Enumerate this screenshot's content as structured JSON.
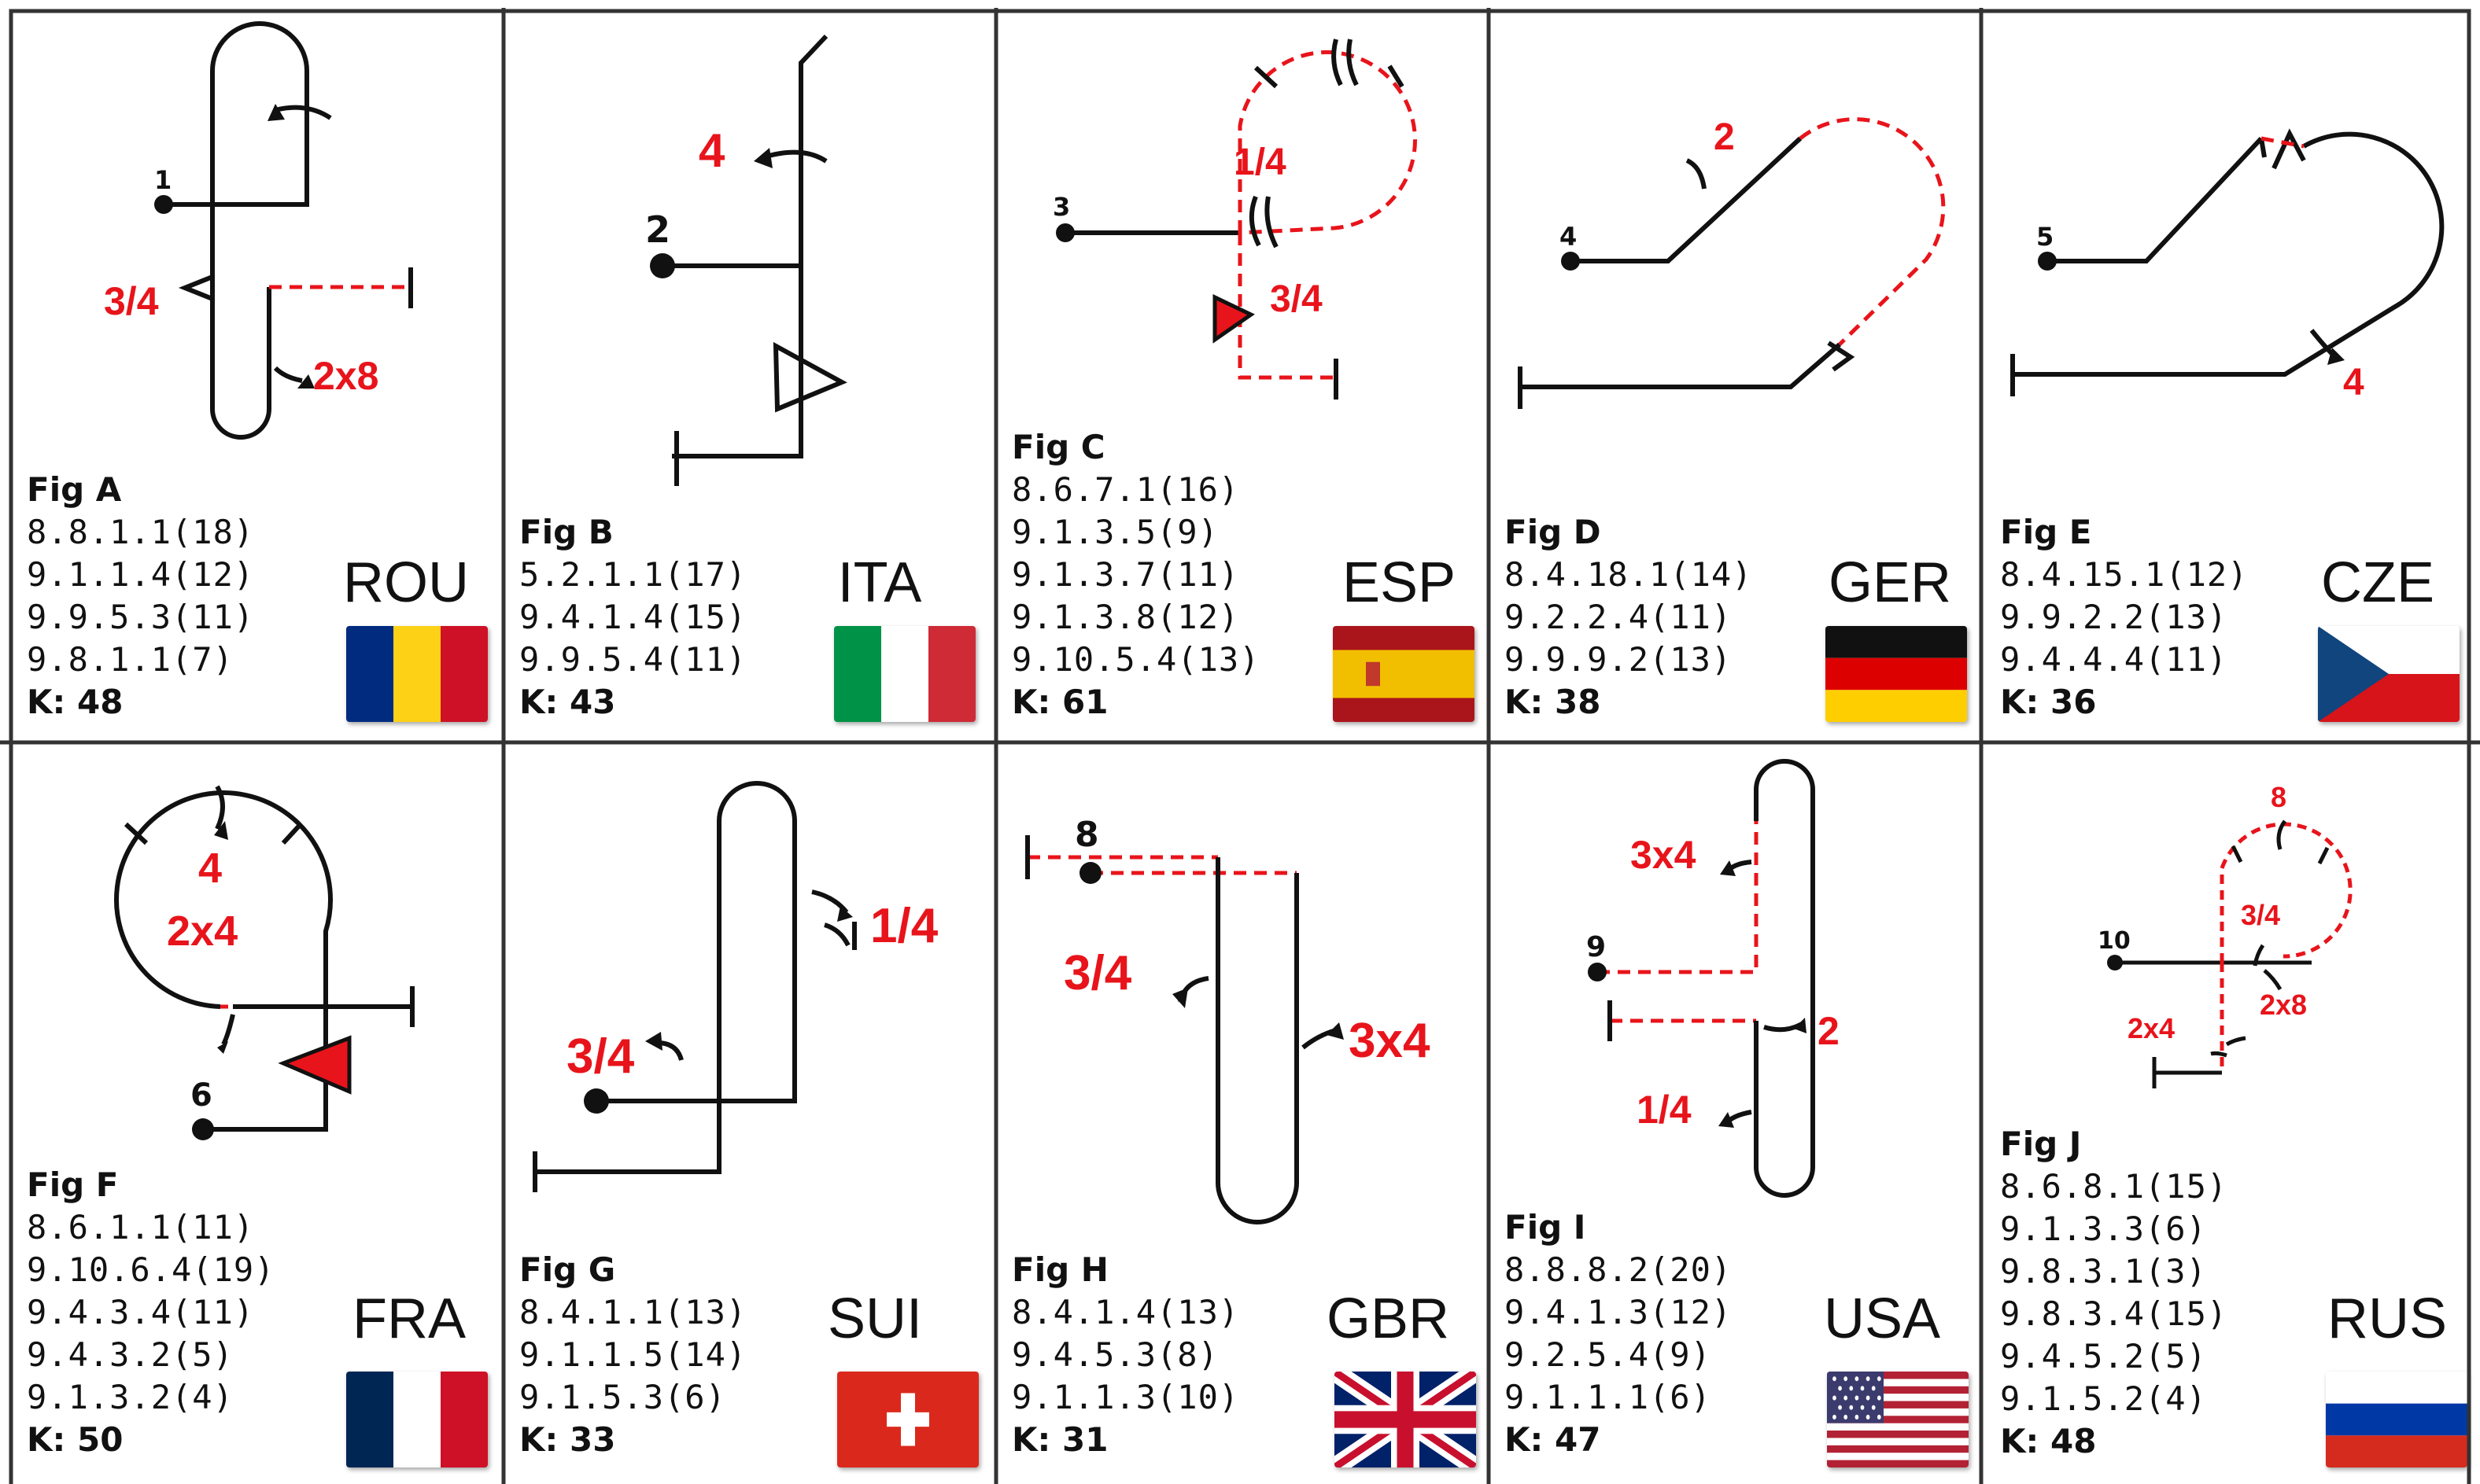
{
  "cards": [
    {
      "fig": "Fig A",
      "codes": [
        "8.8.1.1(18)",
        "9.1.1.4(12)",
        "9.9.5.3(11)",
        "9.8.1.1(7)"
      ],
      "k": "K: 48",
      "country": "ROU",
      "flag": "romania-flag",
      "start_number": "1",
      "labels": [
        "3/4",
        "2x8"
      ]
    },
    {
      "fig": "Fig B",
      "codes": [
        "5.2.1.1(17)",
        "9.4.1.4(15)",
        "9.9.5.4(11)"
      ],
      "k": "K: 43",
      "country": "ITA",
      "flag": "italy-flag",
      "start_number": "2",
      "labels": [
        "4"
      ]
    },
    {
      "fig": "Fig C",
      "codes": [
        "8.6.7.1(16)",
        "9.1.3.5(9)",
        "9.1.3.7(11)",
        "9.1.3.8(12)",
        "9.10.5.4(13)"
      ],
      "k": "K: 61",
      "country": "ESP",
      "flag": "spain-flag",
      "start_number": "3",
      "labels": [
        "1/4",
        "3/4"
      ]
    },
    {
      "fig": "Fig D",
      "codes": [
        "8.4.18.1(14)",
        "9.2.2.4(11)",
        "9.9.9.2(13)"
      ],
      "k": "K: 38",
      "country": "GER",
      "flag": "germany-flag",
      "start_number": "4",
      "labels": [
        "2"
      ]
    },
    {
      "fig": "Fig E",
      "codes": [
        "8.4.15.1(12)",
        "9.9.2.2(13)",
        "9.4.4.4(11)"
      ],
      "k": "K: 36",
      "country": "CZE",
      "flag": "czech-flag",
      "start_number": "5",
      "labels": [
        "4"
      ]
    },
    {
      "fig": "Fig F",
      "codes": [
        "8.6.1.1(11)",
        "9.10.6.4(19)",
        "9.4.3.4(11)",
        "9.4.3.2(5)",
        "9.1.3.2(4)"
      ],
      "k": "K: 50",
      "country": "FRA",
      "flag": "france-flag",
      "start_number": "6",
      "labels": [
        "4",
        "2x4"
      ]
    },
    {
      "fig": "Fig G",
      "codes": [
        "8.4.1.1(13)",
        "9.1.1.5(14)",
        "9.1.5.3(6)"
      ],
      "k": "K: 33",
      "country": "SUI",
      "flag": "switzerland-flag",
      "start_number": "",
      "labels": [
        "3/4",
        "1/4"
      ]
    },
    {
      "fig": "Fig H",
      "codes": [
        "8.4.1.4(13)",
        "9.4.5.3(8)",
        "9.1.1.3(10)"
      ],
      "k": "K: 31",
      "country": "GBR",
      "flag": "uk-flag",
      "start_number": "8",
      "labels": [
        "3/4",
        "3x4"
      ]
    },
    {
      "fig": "Fig I",
      "codes": [
        "8.8.8.2(20)",
        "9.4.1.3(12)",
        "9.2.5.4(9)",
        "9.1.1.1(6)"
      ],
      "k": "K: 47",
      "country": "USA",
      "flag": "usa-flag",
      "start_number": "9",
      "labels": [
        "3x4",
        "2",
        "1/4"
      ]
    },
    {
      "fig": "Fig J",
      "codes": [
        "8.6.8.1(15)",
        "9.1.3.3(6)",
        "9.8.3.1(3)",
        "9.8.3.4(15)",
        "9.4.5.2(5)",
        "9.1.5.2(4)"
      ],
      "k": "K: 48",
      "country": "RUS",
      "flag": "russia-flag",
      "start_number": "10",
      "labels": [
        "8",
        "3/4",
        "2x8",
        "2x4"
      ]
    }
  ],
  "colors": {
    "accent_red": "#e8141b",
    "line": "#111111",
    "border": "#333333"
  }
}
